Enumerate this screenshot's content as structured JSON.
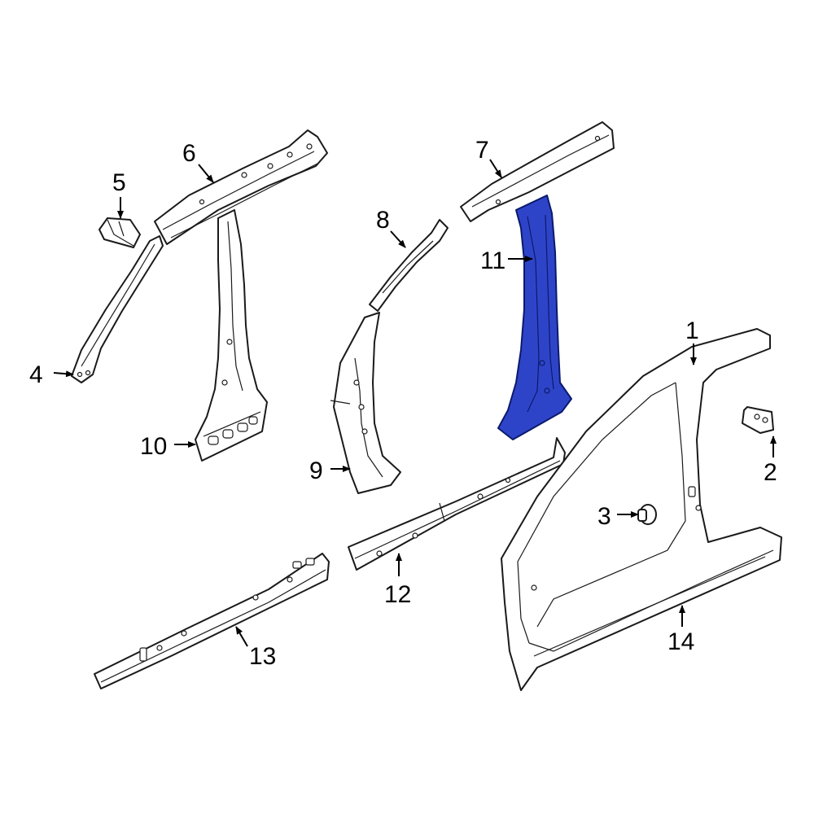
{
  "colors": {
    "outline": "#1a1a1a",
    "highlight": "#2e44c8",
    "background": "#ffffff"
  },
  "callouts": {
    "c1": "1",
    "c2": "2",
    "c3": "3",
    "c4": "4",
    "c5": "5",
    "c6": "6",
    "c7": "7",
    "c8": "8",
    "c9": "9",
    "c10": "10",
    "c11": "11",
    "c12": "12",
    "c13": "13",
    "c14": "14"
  },
  "highlighted_part": "11"
}
